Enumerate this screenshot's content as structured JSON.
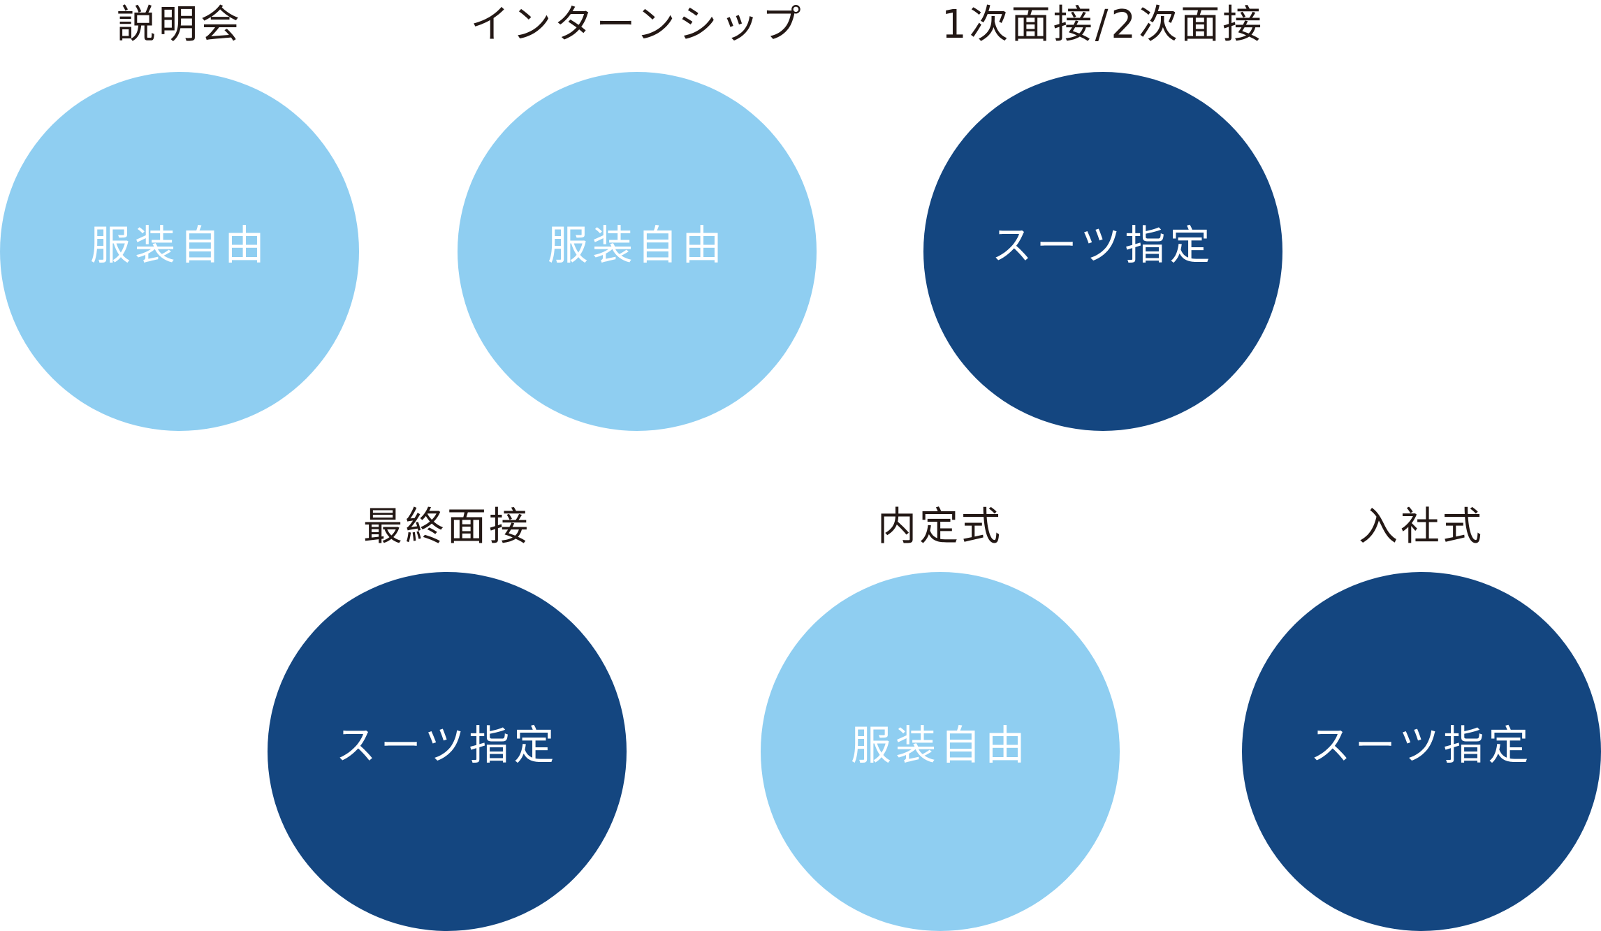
{
  "colors": {
    "free": "#8FCEF1",
    "suit": "#144680",
    "label_text": "#231815",
    "circle_text": "#FFFFFF"
  },
  "legend": {
    "free_label": "服装自由",
    "suit_label": "スーツ指定"
  },
  "steps": [
    {
      "label": "説明会",
      "dress_code": "服装自由",
      "type": "free"
    },
    {
      "label": "インターンシップ",
      "dress_code": "服装自由",
      "type": "free"
    },
    {
      "label": "1次面接/2次面接",
      "dress_code": "スーツ指定",
      "type": "suit"
    },
    {
      "label": "最終面接",
      "dress_code": "スーツ指定",
      "type": "suit"
    },
    {
      "label": "内定式",
      "dress_code": "服装自由",
      "type": "free"
    },
    {
      "label": "入社式",
      "dress_code": "スーツ指定",
      "type": "suit"
    }
  ]
}
